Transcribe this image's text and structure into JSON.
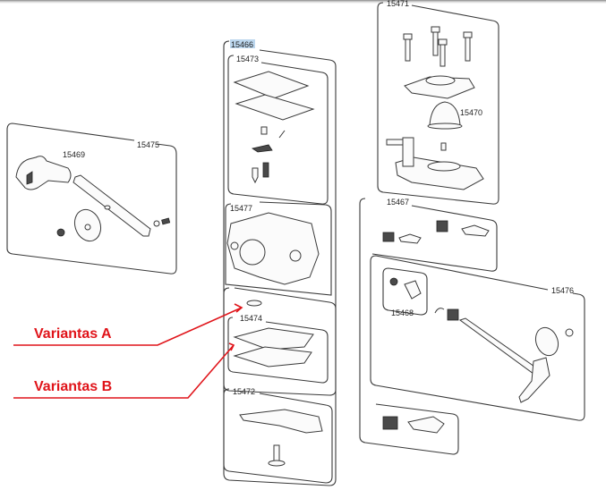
{
  "diagram": {
    "groups": [
      {
        "id": "15466",
        "label": "15466",
        "highlighted": true
      },
      {
        "id": "15473",
        "label": "15473"
      },
      {
        "id": "15477",
        "label": "15477"
      },
      {
        "id": "15474",
        "label": "15474"
      },
      {
        "id": "15472",
        "label": "15472"
      },
      {
        "id": "15475",
        "label": "15475"
      },
      {
        "id": "15469",
        "label": "15469"
      },
      {
        "id": "15471",
        "label": "15471"
      },
      {
        "id": "15470",
        "label": "15470"
      },
      {
        "id": "15467",
        "label": "15467"
      },
      {
        "id": "15476",
        "label": "15476"
      },
      {
        "id": "15468",
        "label": "15468"
      }
    ],
    "annotations": {
      "variant_a": "Variantas A",
      "variant_b": "Variantas B"
    },
    "colors": {
      "annotation": "#e0141a",
      "highlight": "#bcd7ee",
      "outline": "#3a3a3a"
    }
  }
}
